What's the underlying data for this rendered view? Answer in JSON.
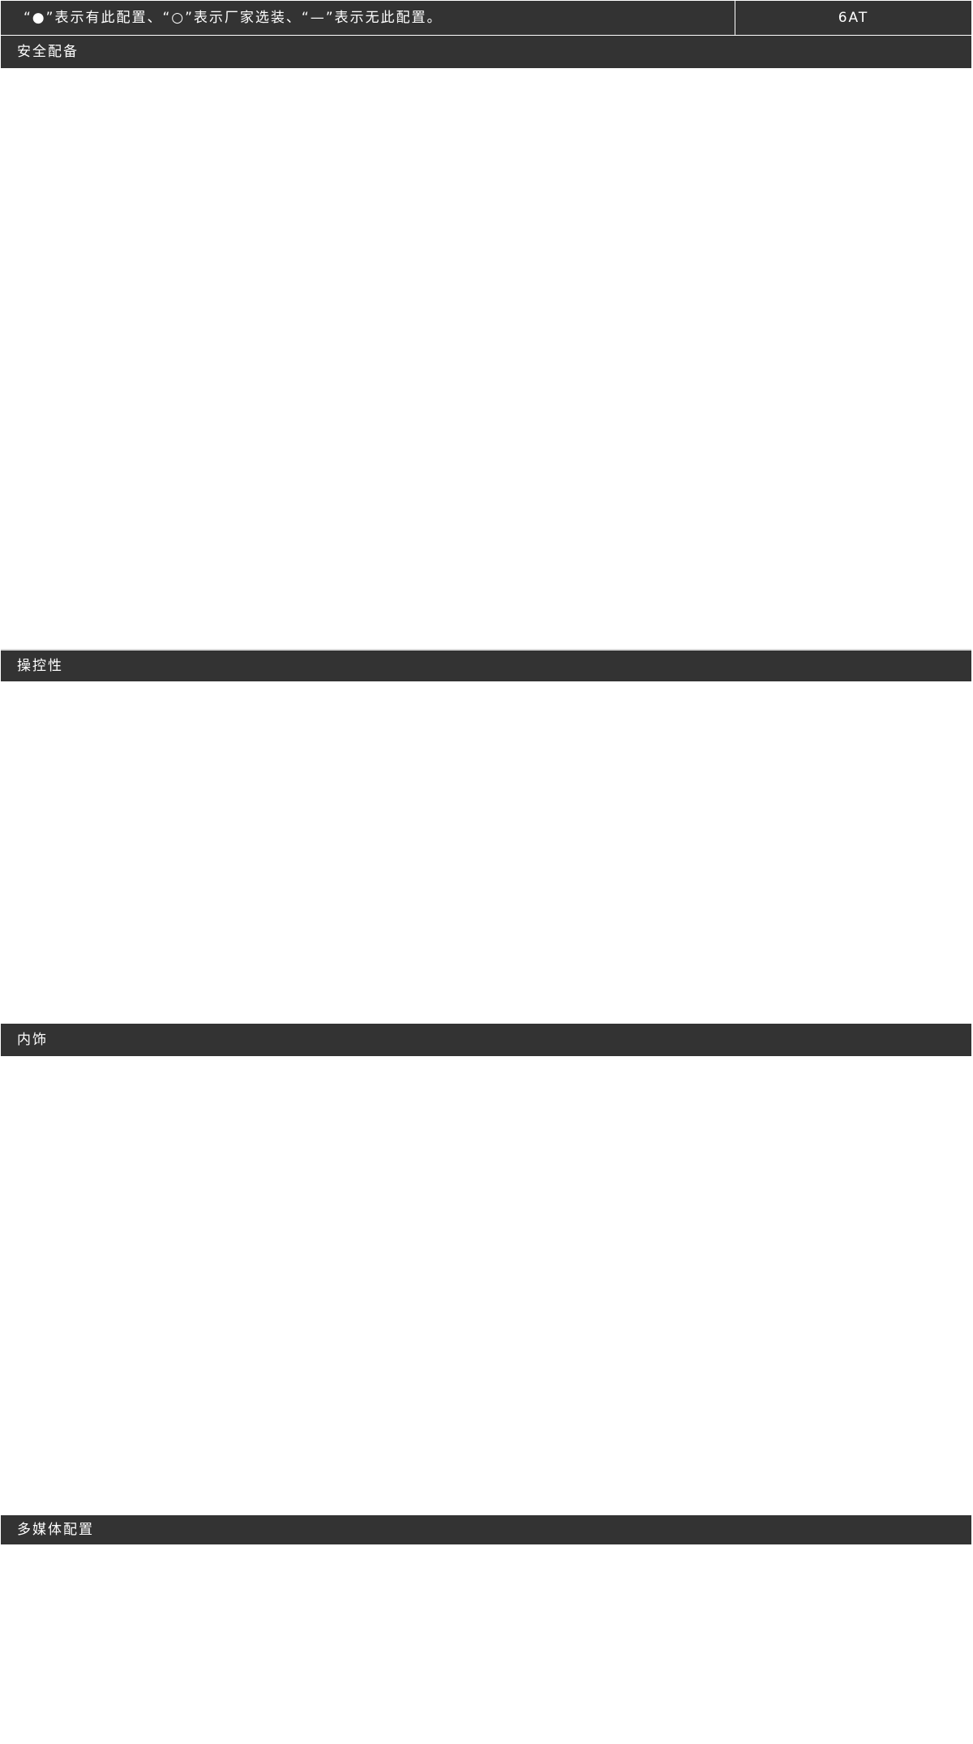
{
  "legend": {
    "text": "“●”表示有此配置、“○”表示厂家选装、“—”表示无此配置。",
    "trim": "6AT"
  },
  "sections": {
    "safety": "安全配备",
    "handling": "操控性",
    "interior": "内饰",
    "media": "多媒体配置"
  },
  "colors": {
    "header_bg": "#333333",
    "header_text": "#ffffff",
    "page_bg": "#ffffff"
  }
}
